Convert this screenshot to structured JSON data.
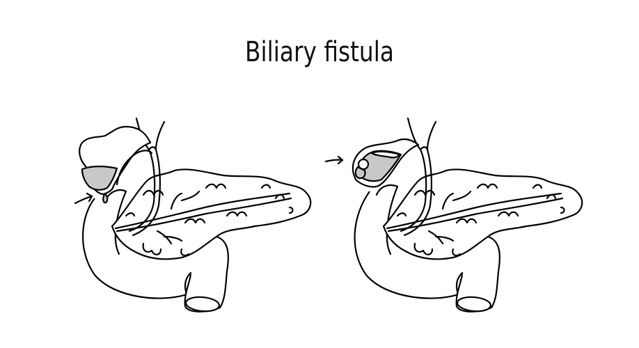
{
  "title": "Biliary fistula",
  "colors": {
    "background": "#ffffff",
    "line": "#000000",
    "fill_gray": "#c8c8c8"
  },
  "figures": [
    {
      "id": "left",
      "description": "Gallbladder with fluid level and leaking drop into duodenum, pancreas and bile duct",
      "arrow_icon": "arrow-right-icon"
    },
    {
      "id": "right",
      "description": "Gallbladder containing gallstone eroding through wall, pancreas and bile duct",
      "arrow_icon": "arrow-right-icon"
    }
  ]
}
